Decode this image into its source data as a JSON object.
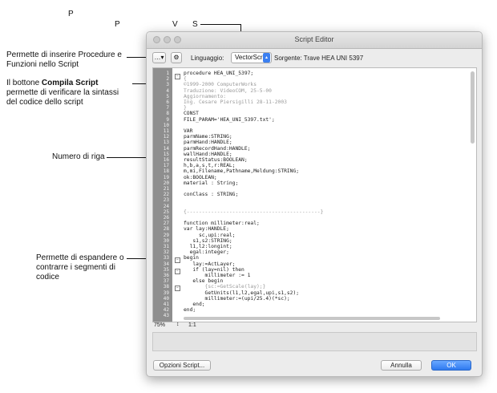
{
  "top_letters": [
    "P",
    "P",
    "V",
    "S"
  ],
  "callouts": {
    "insert": "Permette di inserire Procedure e Funzioni nello Script",
    "compile_prefix": "Il bottone ",
    "compile_bold": "Compila Script",
    "compile_suffix": " permette di verificare la sintassi del codice dello script",
    "line_number": "Numero di riga",
    "fold": "Permette di espandere o contrarre i segmenti di codice"
  },
  "window": {
    "title": "Script Editor",
    "language_label": "Linguaggio:",
    "language_value": "VectorScript",
    "source_label": "Sorgente:  Trave HEA UNI 5397",
    "insert_button": "…▾",
    "compile_button": "⚙"
  },
  "editor": {
    "lines": [
      "procedure HEA_UNI_5397;",
      "{",
      "©1999-2000 ComputerWorks",
      "Traduzione: VideoCOM, 25-5-00",
      "Aggiornamento:",
      "Ing. Cesare Piersigilli 28-11-2003",
      "}",
      "CONST",
      "FILE_PARAM='HEA_UNI_5397.txt';",
      "",
      "VAR",
      "parmName:STRING;",
      "parmHand:HANDLE;",
      "parmRecordHand:HANDLE;",
      "wallHand:HANDLE;",
      "resultStatus:BOOLEAN;",
      "h,b,a,s,t,r:REAL;",
      "m,mi,Filename,Pathname,Meldung:STRING;",
      "ok:BOOLEAN;",
      "material : String;",
      "",
      "conClass : STRING;",
      "",
      "",
      "{--------------------------------------------}",
      "",
      "function millimeter:real;",
      "var lay:HANDLE;",
      "     sc,upi:real;",
      "   s1,s2:STRING;",
      "  l1,l2:longint;",
      "  egal:integer;",
      "begin",
      "   lay:=ActLayer;",
      "   if (lay=nil) then",
      "       millimeter := 1",
      "   else begin",
      "       {sc:=GetScale(lay);}",
      "       GetUnits(l1,l2,egal,upi,s1,s2);",
      "       millimeter:=(upi/25.4)(*sc);",
      "   end;",
      "end;",
      ""
    ],
    "line_numbers": [
      "1",
      "2",
      "3",
      "4",
      "5",
      "6",
      "7",
      "8",
      "9",
      "10",
      "11",
      "12",
      "13",
      "14",
      "15",
      "16",
      "17",
      "18",
      "19",
      "20",
      "21",
      "22",
      "23",
      "24",
      "25",
      "26",
      "27",
      "28",
      "29",
      "30",
      "31",
      "32",
      "33",
      "34",
      "35",
      "36",
      "37",
      "38",
      "39",
      "40",
      "41",
      "42",
      "43"
    ],
    "zoom": "75%",
    "cursor": "1:1"
  },
  "buttons": {
    "options": "Opzioni Script...",
    "cancel": "Annulla",
    "ok": "OK"
  }
}
